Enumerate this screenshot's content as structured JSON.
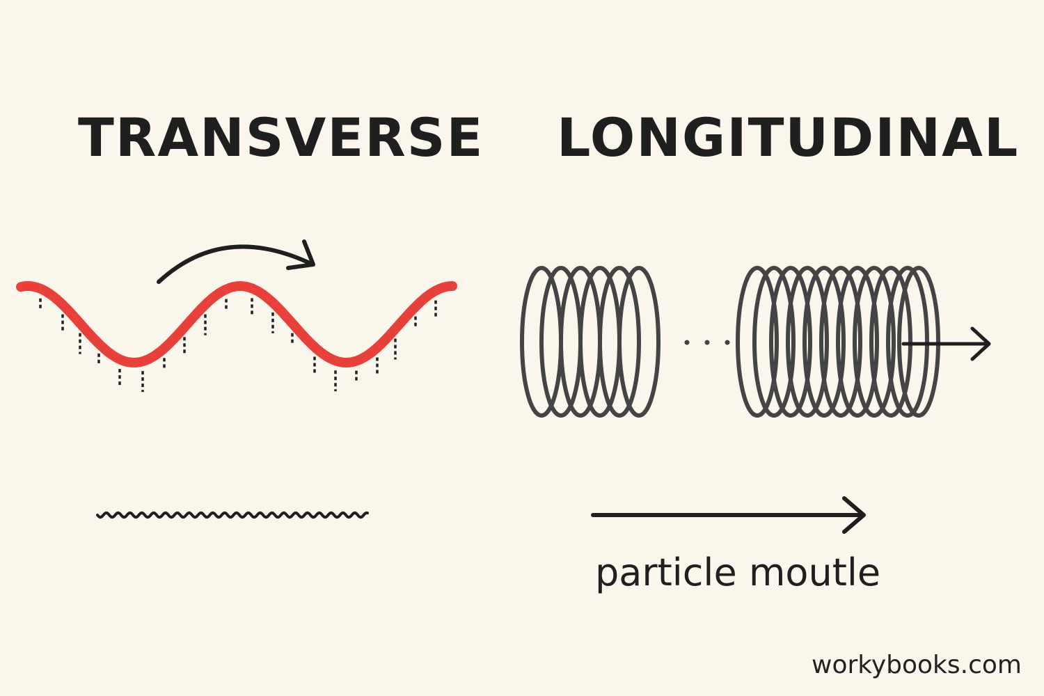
{
  "headings": {
    "transverse": "TRANSVERSE",
    "longitudinal": "LONGITUDINAL"
  },
  "caption": "particle moutle",
  "watermark": "workybooks.com",
  "colors": {
    "background": "#fbf6ec",
    "wave": "#e8403a",
    "ink": "#1f1f1f",
    "coil": "#444444"
  },
  "icons": {
    "transverse_motion_arrow": "curved-arrow-icon",
    "longitudinal_motion_arrow": "right-arrow-icon",
    "particle_motion_arrow": "right-arrow-icon"
  }
}
